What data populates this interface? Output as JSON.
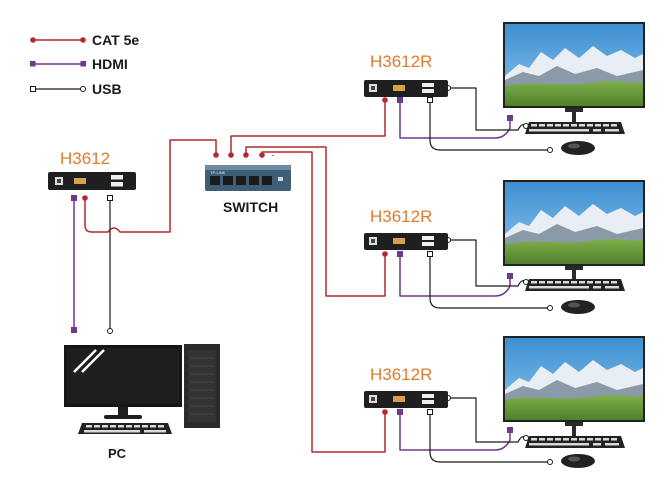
{
  "legend": {
    "cat5e": "CAT 5e",
    "hdmi": "HDMI",
    "usb": "USB"
  },
  "transmitter": {
    "model": "H3612"
  },
  "switch": {
    "label": "SWITCH",
    "brand_text": "TP-LINK"
  },
  "receivers": [
    {
      "model": "H3612R"
    },
    {
      "model": "H3612R"
    },
    {
      "model": "H3612R"
    }
  ],
  "pc": {
    "label": "PC"
  },
  "colors": {
    "cat5e": "#b5282e",
    "hdmi": "#6b3a8c",
    "usb": "#1a1a1a",
    "model_label": "#e07b2e",
    "switch_body": "#3f5d75"
  },
  "icons": [
    "monitor-icon",
    "keyboard-icon",
    "mouse-icon",
    "pc-tower-icon"
  ]
}
